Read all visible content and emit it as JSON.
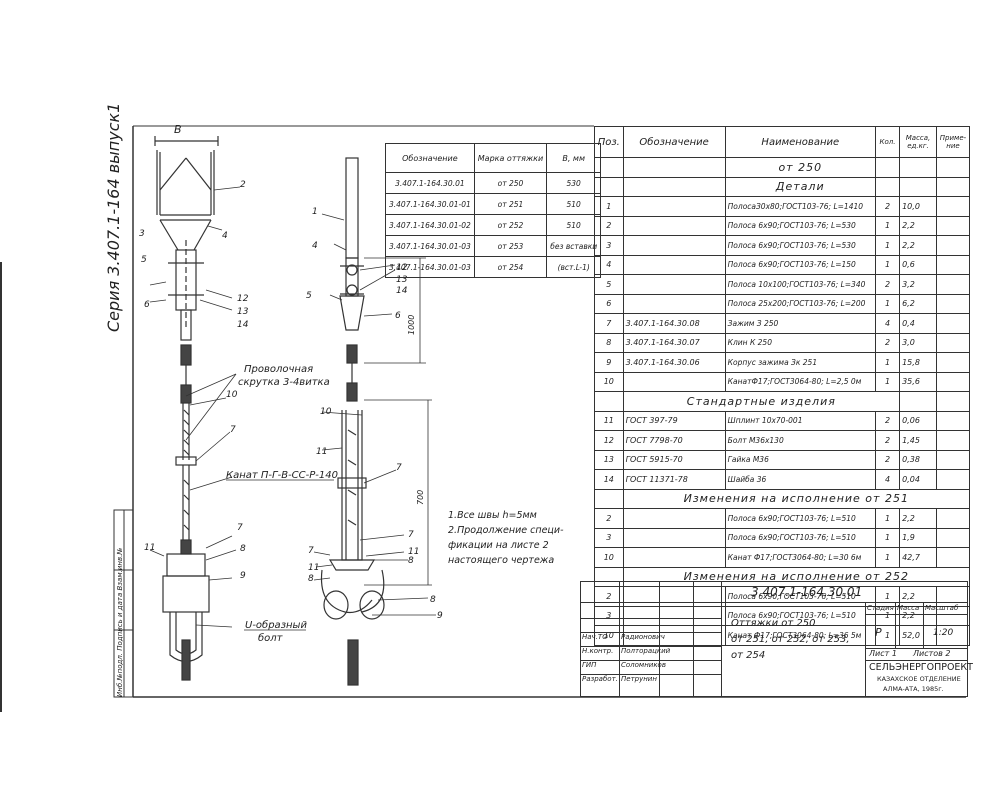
{
  "series_label": "Серия 3.407.1-164 выпуск1",
  "side_stamp": [
    "Инб.№подл.",
    "Подпись и дата",
    "Взам.инв.№"
  ],
  "variant_table": {
    "headers": [
      "Обозначение",
      "Марка оттяжки",
      "В, мм"
    ],
    "rows": [
      [
        "3.407.1-164.30.01",
        "от 250",
        "530"
      ],
      [
        "3.407.1-164.30.01-01",
        "от 251",
        "510"
      ],
      [
        "3.407.1-164.30.01-02",
        "от 252",
        "510"
      ],
      [
        "3.407.1-164.30.01-03",
        "от 253",
        "без вставки"
      ],
      [
        "3.407.1-164.30.01-03",
        "от 254",
        "(вст.L-1)"
      ]
    ]
  },
  "spec": {
    "headers": [
      "Поз.",
      "Обозначение",
      "Наименование",
      "Кол.",
      "Масса, ед.кг.",
      "Приме-ние"
    ],
    "subtitle": "от 250",
    "section_details": "Детали",
    "details": [
      [
        "1",
        "",
        "ПолосаЗ0х80;ГОСТ103-76; L=1410",
        "2",
        "10,0",
        ""
      ],
      [
        "2",
        "",
        "Полоса 6х90;ГОСТ103-76; L=530",
        "1",
        "2,2",
        ""
      ],
      [
        "3",
        "",
        "Полоса 6х90;ГОСТ103-76; L=530",
        "1",
        "2,2",
        ""
      ],
      [
        "4",
        "",
        "Полоса 6х90;ГОСТ103-76; L=150",
        "1",
        "0,6",
        ""
      ],
      [
        "5",
        "",
        "Полоса 10х100;ГОСТ103-76; L=340",
        "2",
        "3,2",
        ""
      ],
      [
        "6",
        "",
        "Полоса 25х200;ГОСТ103-76; L=200",
        "1",
        "6,2",
        ""
      ],
      [
        "7",
        "3.407.1-164.30.08",
        "Зажим З 250",
        "4",
        "0,4",
        ""
      ],
      [
        "8",
        "3.407.1-164.30.07",
        "Клин К 250",
        "2",
        "3,0",
        ""
      ],
      [
        "9",
        "3.407.1-164.30.06",
        "Корпус зажима Зк 251",
        "1",
        "15,8",
        ""
      ],
      [
        "10",
        "",
        "КанатФ17;ГОСТ3064-80; L=2,5 0м",
        "1",
        "35,6",
        ""
      ]
    ],
    "section_standard": "Стандартные изделия",
    "standard": [
      [
        "11",
        "ГОСТ   397-79",
        "Шплинт 10х70-001",
        "2",
        "0,06",
        ""
      ],
      [
        "12",
        "ГОСТ   7798-70",
        "Болт М36х130",
        "2",
        "1,45",
        ""
      ],
      [
        "13",
        "ГОСТ   5915-70",
        "Гайка М36",
        "2",
        "0,38",
        ""
      ],
      [
        "14",
        "ГОСТ   11371-78",
        "Шайба 36",
        "4",
        "0,04",
        ""
      ]
    ],
    "section_251": "Изменения на исполнение от 251",
    "changes_251": [
      [
        "2",
        "",
        "Полоса 6х90;ГОСТ103-76; L=510",
        "1",
        "2,2",
        ""
      ],
      [
        "3",
        "",
        "Полоса 6х90;ГОСТ103-76; L=510",
        "1",
        "1,9",
        ""
      ],
      [
        "10",
        "",
        "Канат Ф17;ГОСТ3064-80; L=30 6м",
        "1",
        "42,7",
        ""
      ]
    ],
    "section_252": "Изменения на исполнение от 252",
    "changes_252": [
      [
        "2",
        "",
        "Полоса 6х90;ГОСТ103-76; L=510",
        "1",
        "2,2",
        ""
      ],
      [
        "3",
        "",
        "Полоса 6х90;ГОСТ103-76; L=510",
        "1",
        "2,2",
        ""
      ],
      [
        "10",
        "",
        "Канат Ф17;ГОСТ3064-80; L=36 5м",
        "1",
        "52,0",
        ""
      ]
    ]
  },
  "notes": [
    "1.Все швы h=5мм",
    "2.Продолжение специ-",
    "фикации на листе 2",
    "настоящего чертежа"
  ],
  "callouts": {
    "twist": [
      "Проволочная",
      "скрутка 3-4витка"
    ],
    "cable": "Канат П-Г-В-СС-Р-140",
    "bolt": [
      "U-образный",
      "болт"
    ],
    "dim_b": "В",
    "dim_1000": "1000",
    "dim_700": "700"
  },
  "title_block": {
    "doc_code": "3.407.1-164.30.01",
    "title": [
      "Оттяжки от 250",
      "от 251, от 252, от 253,",
      "от 254"
    ],
    "stage_header": [
      "Стадия",
      "Масса",
      "Масштаб"
    ],
    "stage": "Р",
    "scale": "1:20",
    "sheet": "Лист 1",
    "sheets": "Листов 2",
    "org": [
      "СЕЛЬЭНЕРГОПРОЕКТ",
      "КАЗАХСКОЕ ОТДЕЛЕНИЕ",
      "АЛМА-АТА, 1985г."
    ],
    "signers": [
      [
        "Нач.ТО",
        "Радионович"
      ],
      [
        "Н.контр.",
        "Полторацкий"
      ],
      [
        "ГИП",
        "Соломников"
      ],
      [
        "Разработ.",
        "Петрунин"
      ]
    ]
  }
}
